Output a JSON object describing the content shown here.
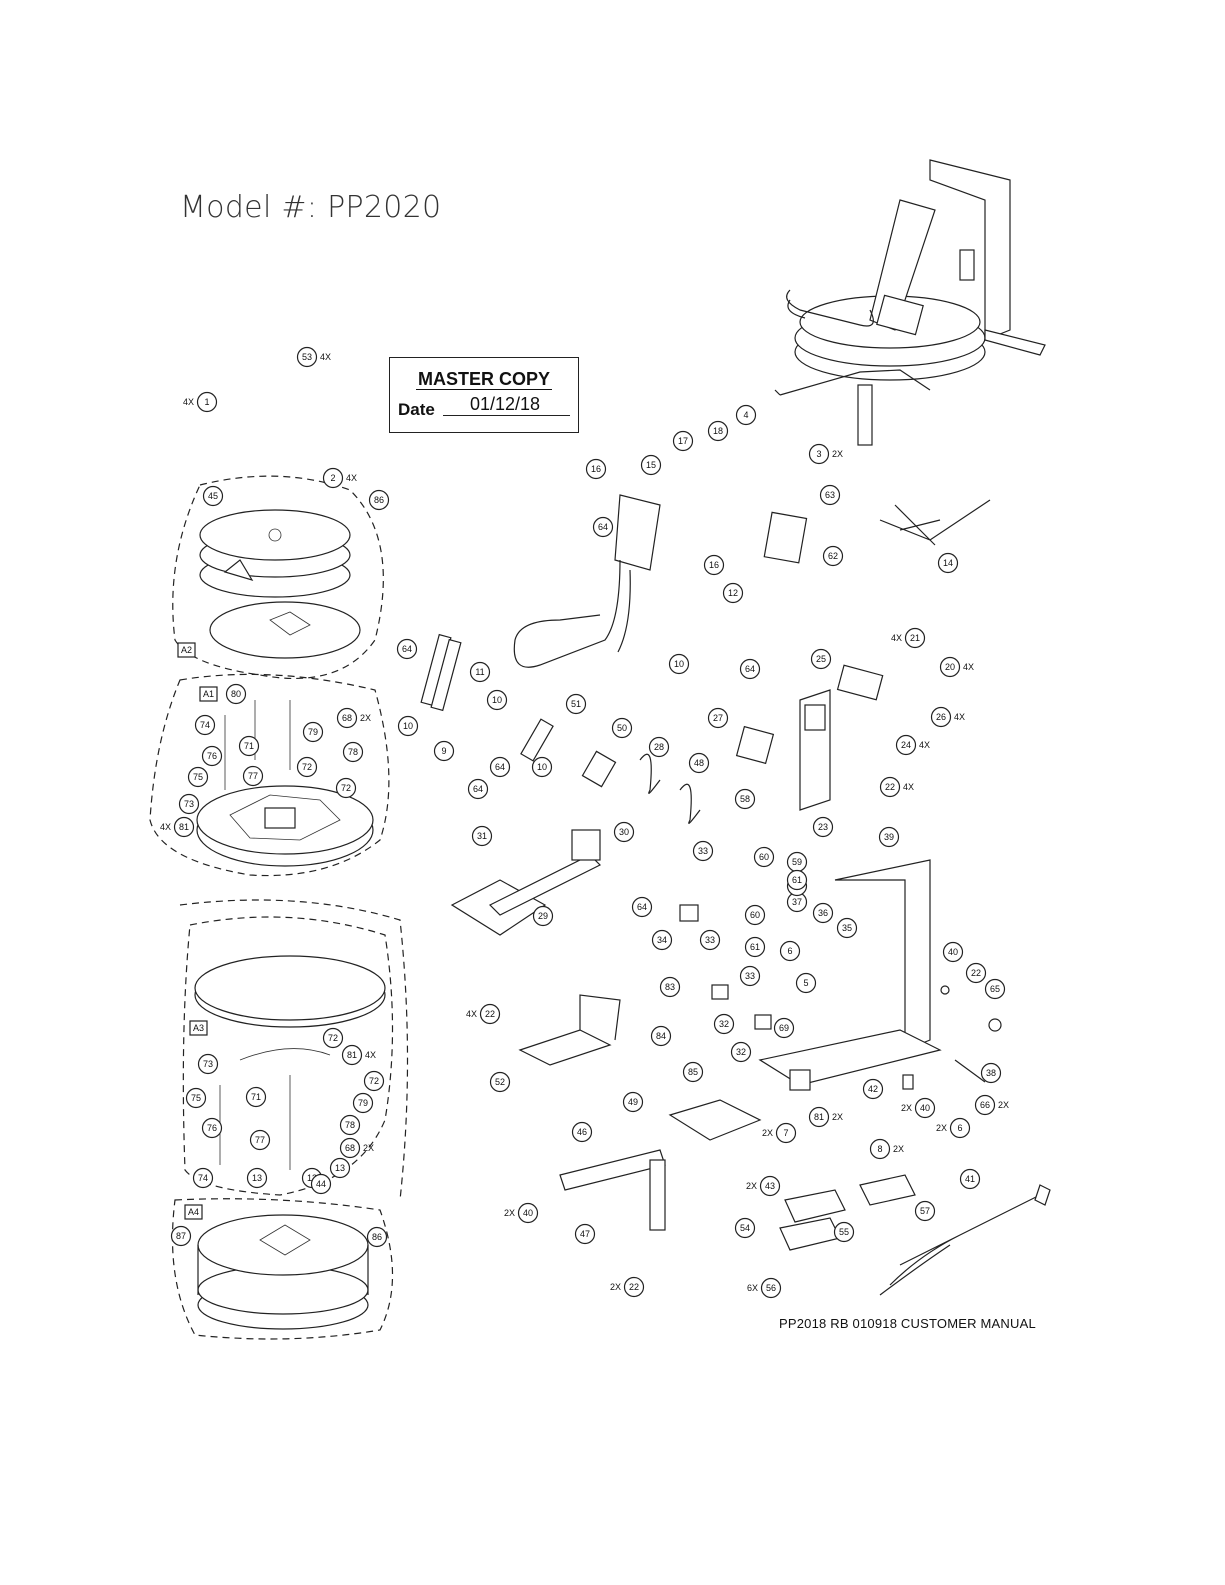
{
  "title": "Model #: PP2020",
  "stamp": {
    "heading": "MASTER COPY",
    "date_label": "Date",
    "date_value": "01/12/18"
  },
  "footer": "PP2018 RB 010918 CUSTOMER MANUAL",
  "assemblies": [
    "A1",
    "A2",
    "A3",
    "A4"
  ],
  "callouts": [
    {
      "n": "1",
      "q": "4X"
    },
    {
      "n": "2",
      "q": "4X"
    },
    {
      "n": "3",
      "q": "2X"
    },
    {
      "n": "4",
      "q": ""
    },
    {
      "n": "5",
      "q": ""
    },
    {
      "n": "6",
      "q": ""
    },
    {
      "n": "6",
      "q": "2X"
    },
    {
      "n": "7",
      "q": "2X"
    },
    {
      "n": "8",
      "q": "2X"
    },
    {
      "n": "9",
      "q": ""
    },
    {
      "n": "10",
      "q": ""
    },
    {
      "n": "10",
      "q": ""
    },
    {
      "n": "10",
      "q": ""
    },
    {
      "n": "10",
      "q": ""
    },
    {
      "n": "11",
      "q": ""
    },
    {
      "n": "12",
      "q": ""
    },
    {
      "n": "13",
      "q": ""
    },
    {
      "n": "13",
      "q": ""
    },
    {
      "n": "13",
      "q": ""
    },
    {
      "n": "14",
      "q": ""
    },
    {
      "n": "15",
      "q": ""
    },
    {
      "n": "16",
      "q": ""
    },
    {
      "n": "16",
      "q": ""
    },
    {
      "n": "17",
      "q": ""
    },
    {
      "n": "18",
      "q": ""
    },
    {
      "n": "20",
      "q": "4X"
    },
    {
      "n": "21",
      "q": "4X"
    },
    {
      "n": "22",
      "q": "4X"
    },
    {
      "n": "22",
      "q": "4X"
    },
    {
      "n": "22",
      "q": ""
    },
    {
      "n": "22",
      "q": "2X"
    },
    {
      "n": "23",
      "q": ""
    },
    {
      "n": "24",
      "q": "4X"
    },
    {
      "n": "25",
      "q": ""
    },
    {
      "n": "26",
      "q": "4X"
    },
    {
      "n": "27",
      "q": ""
    },
    {
      "n": "28",
      "q": ""
    },
    {
      "n": "29",
      "q": ""
    },
    {
      "n": "30",
      "q": ""
    },
    {
      "n": "31",
      "q": ""
    },
    {
      "n": "32",
      "q": ""
    },
    {
      "n": "32",
      "q": ""
    },
    {
      "n": "33",
      "q": ""
    },
    {
      "n": "33",
      "q": ""
    },
    {
      "n": "33",
      "q": ""
    },
    {
      "n": "34",
      "q": ""
    },
    {
      "n": "35",
      "q": ""
    },
    {
      "n": "36",
      "q": ""
    },
    {
      "n": "37",
      "q": ""
    },
    {
      "n": "38",
      "q": ""
    },
    {
      "n": "39",
      "q": ""
    },
    {
      "n": "40",
      "q": ""
    },
    {
      "n": "40",
      "q": "2X"
    },
    {
      "n": "40",
      "q": "2X"
    },
    {
      "n": "41",
      "q": ""
    },
    {
      "n": "42",
      "q": ""
    },
    {
      "n": "43",
      "q": "2X"
    },
    {
      "n": "44",
      "q": ""
    },
    {
      "n": "45",
      "q": ""
    },
    {
      "n": "46",
      "q": ""
    },
    {
      "n": "47",
      "q": ""
    },
    {
      "n": "48",
      "q": ""
    },
    {
      "n": "49",
      "q": ""
    },
    {
      "n": "50",
      "q": ""
    },
    {
      "n": "51",
      "q": ""
    },
    {
      "n": "52",
      "q": ""
    },
    {
      "n": "53",
      "q": "4X"
    },
    {
      "n": "54",
      "q": ""
    },
    {
      "n": "55",
      "q": ""
    },
    {
      "n": "56",
      "q": "6X"
    },
    {
      "n": "57",
      "q": ""
    },
    {
      "n": "58",
      "q": ""
    },
    {
      "n": "59",
      "q": ""
    },
    {
      "n": "59",
      "q": ""
    },
    {
      "n": "60",
      "q": ""
    },
    {
      "n": "60",
      "q": ""
    },
    {
      "n": "61",
      "q": ""
    },
    {
      "n": "61",
      "q": ""
    },
    {
      "n": "62",
      "q": ""
    },
    {
      "n": "63",
      "q": ""
    },
    {
      "n": "64",
      "q": ""
    },
    {
      "n": "64",
      "q": ""
    },
    {
      "n": "64",
      "q": ""
    },
    {
      "n": "64",
      "q": ""
    },
    {
      "n": "64",
      "q": ""
    },
    {
      "n": "64",
      "q": ""
    },
    {
      "n": "65",
      "q": ""
    },
    {
      "n": "66",
      "q": "2X"
    },
    {
      "n": "68",
      "q": "2X"
    },
    {
      "n": "68",
      "q": "2X"
    },
    {
      "n": "69",
      "q": ""
    },
    {
      "n": "71",
      "q": ""
    },
    {
      "n": "71",
      "q": ""
    },
    {
      "n": "72",
      "q": ""
    },
    {
      "n": "72",
      "q": ""
    },
    {
      "n": "72",
      "q": ""
    },
    {
      "n": "72",
      "q": ""
    },
    {
      "n": "73",
      "q": ""
    },
    {
      "n": "73",
      "q": ""
    },
    {
      "n": "74",
      "q": ""
    },
    {
      "n": "74",
      "q": ""
    },
    {
      "n": "75",
      "q": ""
    },
    {
      "n": "75",
      "q": ""
    },
    {
      "n": "76",
      "q": ""
    },
    {
      "n": "76",
      "q": ""
    },
    {
      "n": "77",
      "q": ""
    },
    {
      "n": "77",
      "q": ""
    },
    {
      "n": "78",
      "q": ""
    },
    {
      "n": "78",
      "q": ""
    },
    {
      "n": "79",
      "q": ""
    },
    {
      "n": "79",
      "q": ""
    },
    {
      "n": "80",
      "q": ""
    },
    {
      "n": "81",
      "q": "4X"
    },
    {
      "n": "81",
      "q": "4X"
    },
    {
      "n": "81",
      "q": "2X"
    },
    {
      "n": "83",
      "q": ""
    },
    {
      "n": "84",
      "q": ""
    },
    {
      "n": "85",
      "q": ""
    },
    {
      "n": "86",
      "q": ""
    },
    {
      "n": "86",
      "q": ""
    },
    {
      "n": "87",
      "q": ""
    }
  ]
}
